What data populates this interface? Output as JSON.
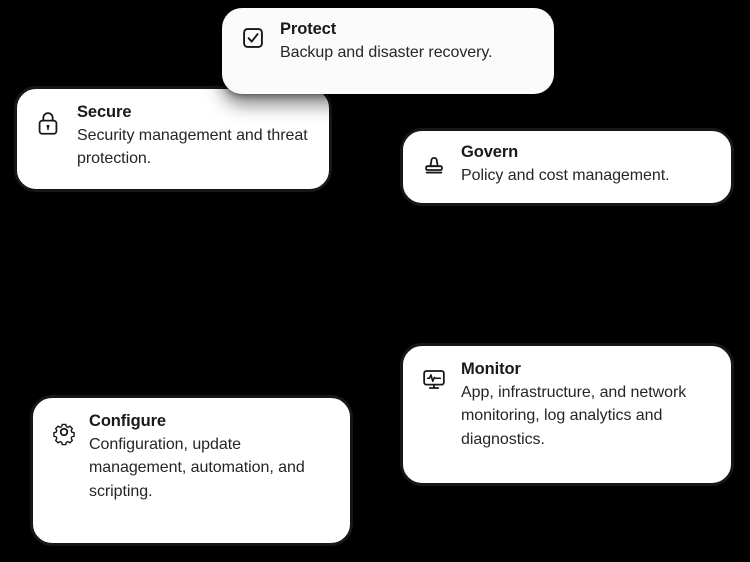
{
  "background_color": "#000000",
  "card_style": {
    "fill": "#ffffff",
    "border_color": "#17171a",
    "title_color": "#1a1a1d",
    "text_color": "#25252a"
  },
  "cards": [
    {
      "id": "protect",
      "icon": "check-square-icon",
      "title": "Protect",
      "description": "Backup and disaster recovery.",
      "elevated": true
    },
    {
      "id": "secure",
      "icon": "lock-icon",
      "title": "Secure",
      "description": "Security management and threat protection.",
      "elevated": false
    },
    {
      "id": "govern",
      "icon": "stamp-icon",
      "title": "Govern",
      "description": "Policy and cost management.",
      "elevated": false
    },
    {
      "id": "monitor",
      "icon": "monitor-pulse-icon",
      "title": "Monitor",
      "description": "App, infrastructure, and network monitoring, log analytics and diagnostics.",
      "elevated": false
    },
    {
      "id": "configure",
      "icon": "gear-icon",
      "title": "Configure",
      "description": "Configuration, update management, automation, and scripting.",
      "elevated": false
    }
  ]
}
